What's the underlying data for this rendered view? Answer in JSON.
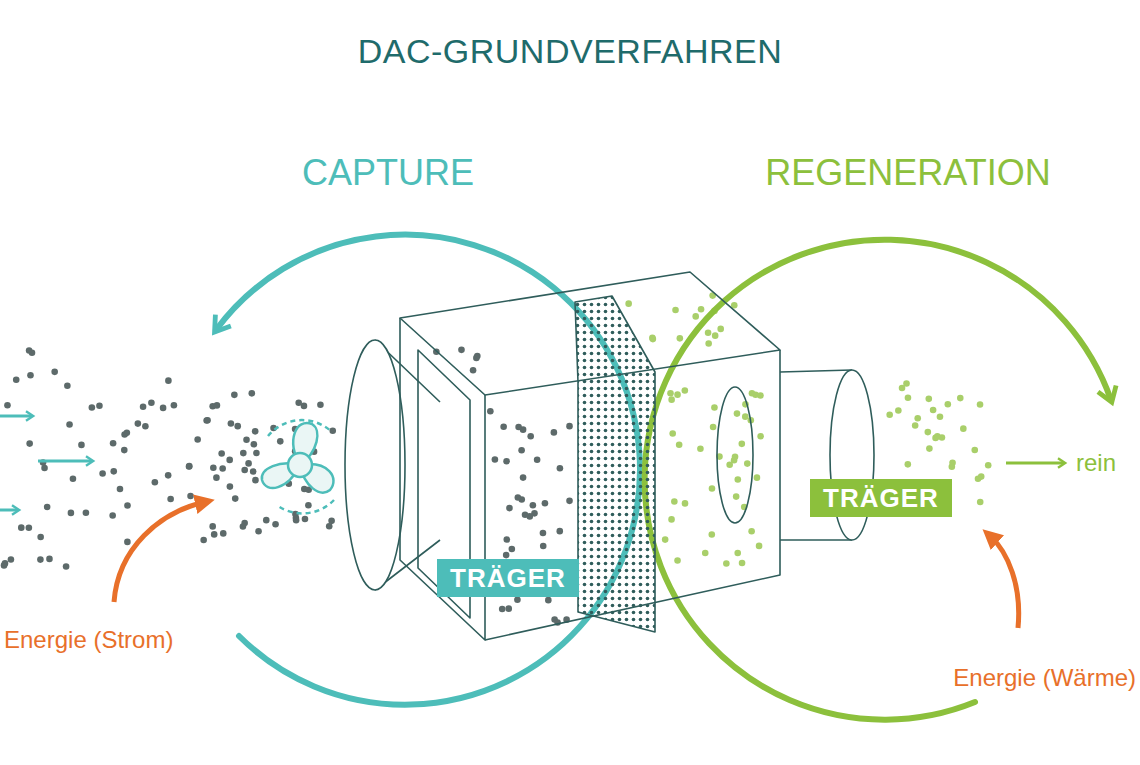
{
  "diagram": {
    "title": "DAC-GRUNDVERFAHREN",
    "nodes": [
      {
        "text": [
          "TRÄGER"
        ]
      },
      {
        "text": [
          "TRÄGER"
        ]
      }
    ],
    "labels": [
      "CAPTURE",
      "REGENERATION",
      "Energie (Strom)",
      "rein",
      "Energie (Wärme)"
    ]
  }
}
